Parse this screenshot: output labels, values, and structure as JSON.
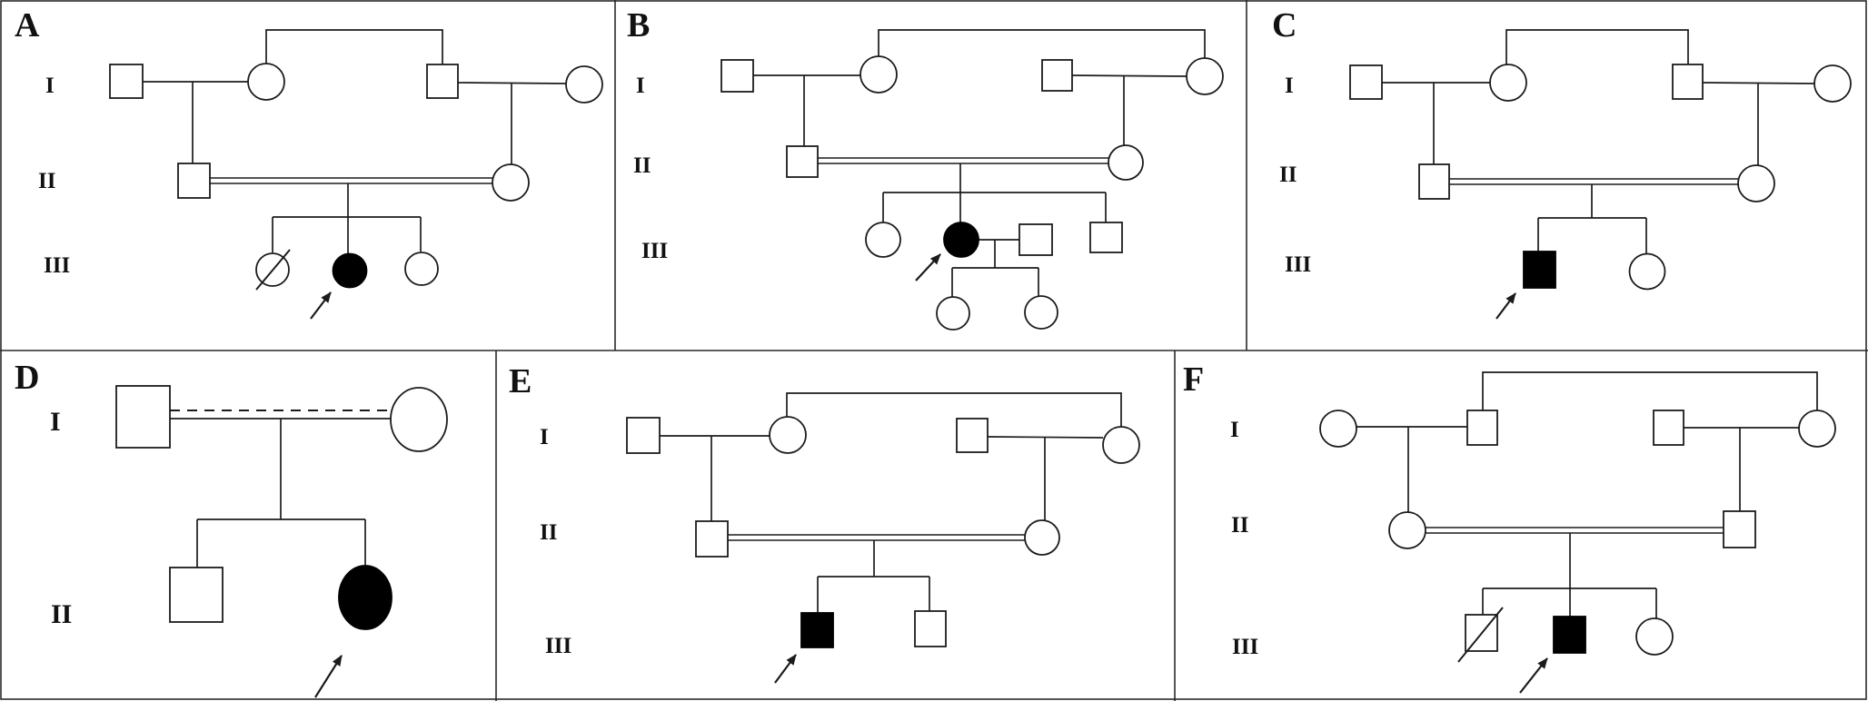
{
  "figure": {
    "type": "pedigree-figure",
    "description": "Six family pedigrees (panels A-F) showing consanguineous unions (double lines), affected individuals (filled symbols), deceased individuals (slashed symbols) and probands (arrows).",
    "colors": {
      "line": "#1b1b1b",
      "affected_fill": "#000000",
      "background": "#ffffff"
    }
  },
  "legend_semantics": {
    "square": "male",
    "circle": "female",
    "filled_symbol": "affected",
    "slashed_symbol": "deceased",
    "double_horizontal_line": "consanguineous union",
    "dashed_over_solid_line": "suspected consanguineous union",
    "arrow": "proband",
    "top_bracket": "sibling link between the two founder couples"
  },
  "panels": [
    {
      "label": "A",
      "gen_labels": [
        "I",
        "II",
        "III"
      ],
      "sibling_bracket": [
        "I-2 female",
        "I-3 male"
      ],
      "individuals": [
        {
          "id": "I-1",
          "sex": "male",
          "affected": false,
          "deceased": false,
          "proband": false
        },
        {
          "id": "I-2",
          "sex": "female",
          "affected": false,
          "deceased": false,
          "proband": false
        },
        {
          "id": "I-3",
          "sex": "male",
          "affected": false,
          "deceased": false,
          "proband": false
        },
        {
          "id": "I-4",
          "sex": "female",
          "affected": false,
          "deceased": false,
          "proband": false
        },
        {
          "id": "II-1",
          "sex": "male",
          "affected": false,
          "deceased": false,
          "proband": false
        },
        {
          "id": "II-2",
          "sex": "female",
          "affected": false,
          "deceased": false,
          "proband": false
        },
        {
          "id": "III-1",
          "sex": "female",
          "affected": false,
          "deceased": true,
          "proband": false
        },
        {
          "id": "III-2",
          "sex": "female",
          "affected": true,
          "deceased": false,
          "proband": true
        },
        {
          "id": "III-3",
          "sex": "female",
          "affected": false,
          "deceased": false,
          "proband": false
        }
      ],
      "unions": [
        {
          "between": [
            "I-1",
            "I-2"
          ],
          "type": "marriage"
        },
        {
          "between": [
            "I-3",
            "I-4"
          ],
          "type": "marriage"
        },
        {
          "between": [
            "II-1",
            "II-2"
          ],
          "type": "consanguineous"
        }
      ]
    },
    {
      "label": "B",
      "gen_labels": [
        "I",
        "II",
        "III"
      ],
      "sibling_bracket": [
        "I-2 female",
        "I-4 female"
      ],
      "individuals": [
        {
          "id": "I-1",
          "sex": "male",
          "affected": false,
          "deceased": false,
          "proband": false
        },
        {
          "id": "I-2",
          "sex": "female",
          "affected": false,
          "deceased": false,
          "proband": false
        },
        {
          "id": "I-3",
          "sex": "male",
          "affected": false,
          "deceased": false,
          "proband": false
        },
        {
          "id": "I-4",
          "sex": "female",
          "affected": false,
          "deceased": false,
          "proband": false
        },
        {
          "id": "II-1",
          "sex": "male",
          "affected": false,
          "deceased": false,
          "proband": false
        },
        {
          "id": "II-2",
          "sex": "female",
          "affected": false,
          "deceased": false,
          "proband": false
        },
        {
          "id": "III-1",
          "sex": "female",
          "affected": false,
          "deceased": false,
          "proband": false
        },
        {
          "id": "III-2",
          "sex": "female",
          "affected": true,
          "deceased": false,
          "proband": true
        },
        {
          "id": "III-3",
          "sex": "male",
          "affected": false,
          "deceased": false,
          "proband": false,
          "note": "spouse of III-2"
        },
        {
          "id": "III-4",
          "sex": "male",
          "affected": false,
          "deceased": false,
          "proband": false
        },
        {
          "id": "IV-1",
          "sex": "female",
          "affected": false,
          "deceased": false,
          "proband": false
        },
        {
          "id": "IV-2",
          "sex": "female",
          "affected": false,
          "deceased": false,
          "proband": false
        }
      ],
      "unions": [
        {
          "between": [
            "I-1",
            "I-2"
          ],
          "type": "marriage"
        },
        {
          "between": [
            "I-3",
            "I-4"
          ],
          "type": "marriage"
        },
        {
          "between": [
            "II-1",
            "II-2"
          ],
          "type": "consanguineous"
        },
        {
          "between": [
            "III-2",
            "III-3"
          ],
          "type": "marriage"
        }
      ]
    },
    {
      "label": "C",
      "gen_labels": [
        "I",
        "II",
        "III"
      ],
      "sibling_bracket": [
        "I-2 female",
        "I-3 male"
      ],
      "individuals": [
        {
          "id": "I-1",
          "sex": "male",
          "affected": false,
          "deceased": false,
          "proband": false
        },
        {
          "id": "I-2",
          "sex": "female",
          "affected": false,
          "deceased": false,
          "proband": false
        },
        {
          "id": "I-3",
          "sex": "male",
          "affected": false,
          "deceased": false,
          "proband": false
        },
        {
          "id": "I-4",
          "sex": "female",
          "affected": false,
          "deceased": false,
          "proband": false
        },
        {
          "id": "II-1",
          "sex": "male",
          "affected": false,
          "deceased": false,
          "proband": false
        },
        {
          "id": "II-2",
          "sex": "female",
          "affected": false,
          "deceased": false,
          "proband": false
        },
        {
          "id": "III-1",
          "sex": "male",
          "affected": true,
          "deceased": false,
          "proband": true
        },
        {
          "id": "III-2",
          "sex": "female",
          "affected": false,
          "deceased": false,
          "proband": false
        }
      ],
      "unions": [
        {
          "between": [
            "I-1",
            "I-2"
          ],
          "type": "marriage"
        },
        {
          "between": [
            "I-3",
            "I-4"
          ],
          "type": "marriage"
        },
        {
          "between": [
            "II-1",
            "II-2"
          ],
          "type": "consanguineous"
        }
      ]
    },
    {
      "label": "D",
      "gen_labels": [
        "I",
        "II"
      ],
      "sibling_bracket": null,
      "individuals": [
        {
          "id": "I-1",
          "sex": "male",
          "affected": false,
          "deceased": false,
          "proband": false
        },
        {
          "id": "I-2",
          "sex": "female",
          "affected": false,
          "deceased": false,
          "proband": false
        },
        {
          "id": "II-1",
          "sex": "male",
          "affected": false,
          "deceased": false,
          "proband": false
        },
        {
          "id": "II-2",
          "sex": "female",
          "affected": true,
          "deceased": false,
          "proband": true
        }
      ],
      "unions": [
        {
          "between": [
            "I-1",
            "I-2"
          ],
          "type": "consanguineous-suspected"
        }
      ]
    },
    {
      "label": "E",
      "gen_labels": [
        "I",
        "II",
        "III"
      ],
      "sibling_bracket": [
        "I-2 female",
        "I-4 female"
      ],
      "individuals": [
        {
          "id": "I-1",
          "sex": "male",
          "affected": false,
          "deceased": false,
          "proband": false
        },
        {
          "id": "I-2",
          "sex": "female",
          "affected": false,
          "deceased": false,
          "proband": false
        },
        {
          "id": "I-3",
          "sex": "male",
          "affected": false,
          "deceased": false,
          "proband": false
        },
        {
          "id": "I-4",
          "sex": "female",
          "affected": false,
          "deceased": false,
          "proband": false
        },
        {
          "id": "II-1",
          "sex": "male",
          "affected": false,
          "deceased": false,
          "proband": false
        },
        {
          "id": "II-2",
          "sex": "female",
          "affected": false,
          "deceased": false,
          "proband": false
        },
        {
          "id": "III-1",
          "sex": "male",
          "affected": true,
          "deceased": false,
          "proband": true
        },
        {
          "id": "III-2",
          "sex": "male",
          "affected": false,
          "deceased": false,
          "proband": false
        }
      ],
      "unions": [
        {
          "between": [
            "I-1",
            "I-2"
          ],
          "type": "marriage"
        },
        {
          "between": [
            "I-3",
            "I-4"
          ],
          "type": "marriage"
        },
        {
          "between": [
            "II-1",
            "II-2"
          ],
          "type": "consanguineous"
        }
      ]
    },
    {
      "label": "F",
      "gen_labels": [
        "I",
        "II",
        "III"
      ],
      "sibling_bracket": [
        "I-2 male",
        "I-4 female"
      ],
      "individuals": [
        {
          "id": "I-1",
          "sex": "female",
          "affected": false,
          "deceased": false,
          "proband": false
        },
        {
          "id": "I-2",
          "sex": "male",
          "affected": false,
          "deceased": false,
          "proband": false
        },
        {
          "id": "I-3",
          "sex": "male",
          "affected": false,
          "deceased": false,
          "proband": false
        },
        {
          "id": "I-4",
          "sex": "female",
          "affected": false,
          "deceased": false,
          "proband": false
        },
        {
          "id": "II-1",
          "sex": "female",
          "affected": false,
          "deceased": false,
          "proband": false
        },
        {
          "id": "II-2",
          "sex": "male",
          "affected": false,
          "deceased": false,
          "proband": false
        },
        {
          "id": "III-1",
          "sex": "male",
          "affected": false,
          "deceased": true,
          "proband": false
        },
        {
          "id": "III-2",
          "sex": "male",
          "affected": true,
          "deceased": false,
          "proband": true
        },
        {
          "id": "III-3",
          "sex": "female",
          "affected": false,
          "deceased": false,
          "proband": false
        }
      ],
      "unions": [
        {
          "between": [
            "I-1",
            "I-2"
          ],
          "type": "marriage"
        },
        {
          "between": [
            "I-3",
            "I-4"
          ],
          "type": "marriage"
        },
        {
          "between": [
            "II-1",
            "II-2"
          ],
          "type": "consanguineous"
        }
      ]
    }
  ]
}
